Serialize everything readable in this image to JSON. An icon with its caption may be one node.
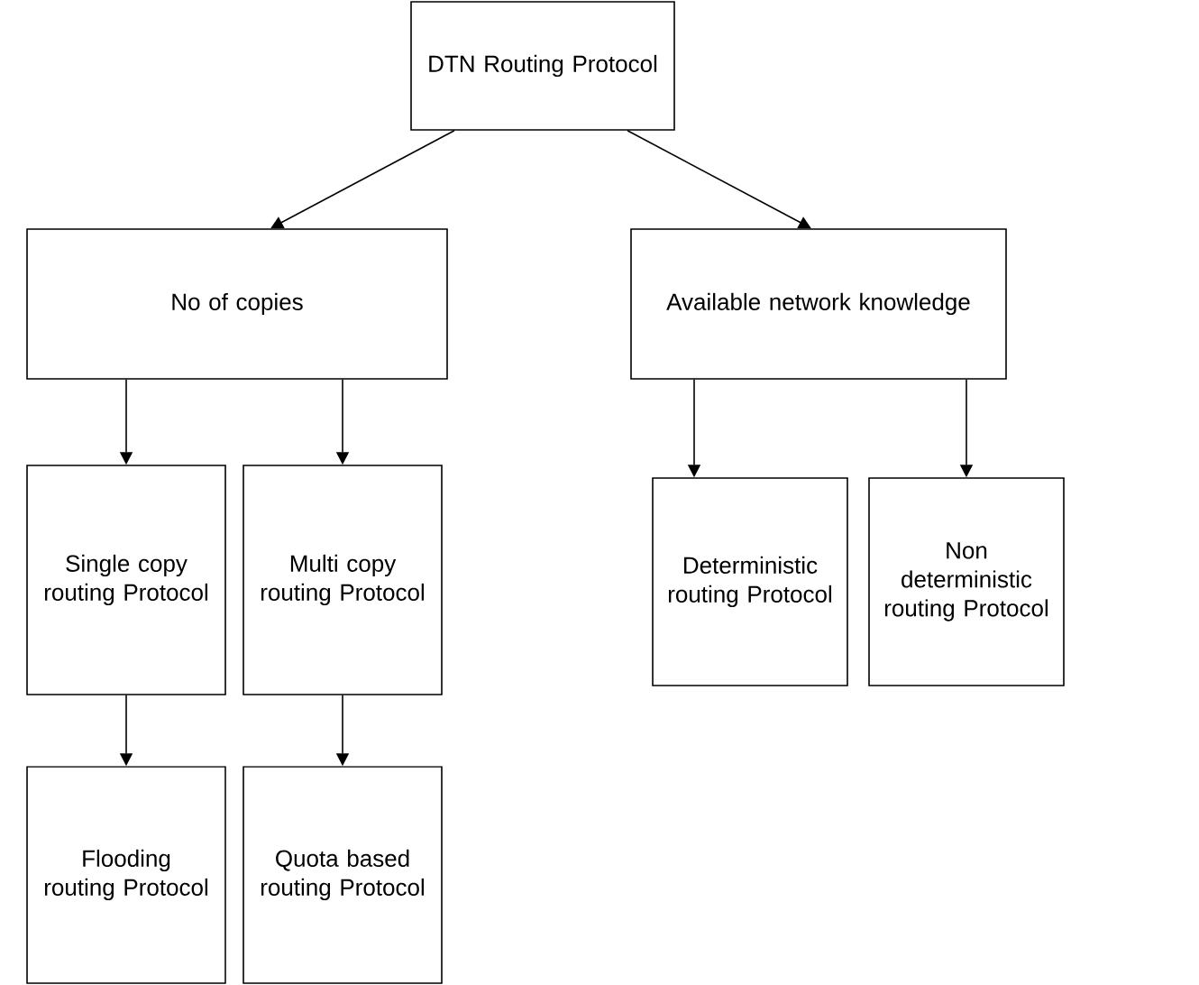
{
  "diagram": {
    "nodes": [
      {
        "text": [
          "DTN Routing Protocol"
        ]
      },
      {
        "text": [
          "No of copies"
        ]
      },
      {
        "text": [
          "Available network knowledge"
        ]
      },
      {
        "text": [
          "Single copy routing Protocol"
        ]
      },
      {
        "text": [
          "Multi copy routing Protocol"
        ]
      },
      {
        "text": [
          "Deterministic routing Protocol"
        ]
      },
      {
        "text": [
          "Non deterministic routing Protocol"
        ]
      },
      {
        "text": [
          "Flooding routing Protocol"
        ]
      },
      {
        "text": [
          "Quota based routing Protocol"
        ]
      }
    ],
    "edges": [
      {
        "from": 0,
        "to": 1,
        "arrow": "to"
      },
      {
        "from": 0,
        "to": 2,
        "arrow": "to"
      },
      {
        "from": 1,
        "to": 3,
        "arrow": "to"
      },
      {
        "from": 1,
        "to": 4,
        "arrow": "to"
      },
      {
        "from": 2,
        "to": 5,
        "arrow": "to"
      },
      {
        "from": 2,
        "to": 6,
        "arrow": "to"
      },
      {
        "from": 3,
        "to": 7,
        "arrow": "to"
      },
      {
        "from": 4,
        "to": 8,
        "arrow": "to"
      }
    ]
  }
}
